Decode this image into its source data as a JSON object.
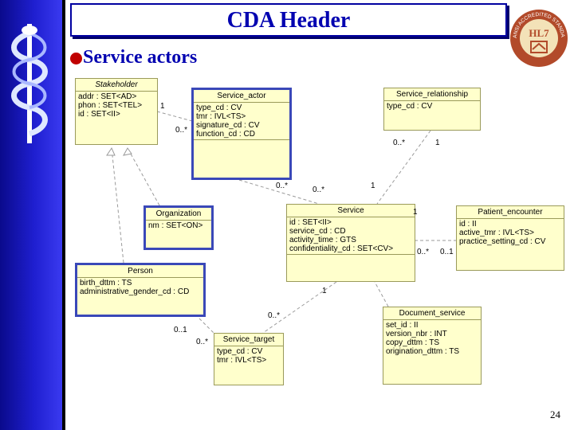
{
  "header": {
    "title": "CDA Header"
  },
  "bullet": {
    "text": "Service actors"
  },
  "page_number": "24",
  "logo": {
    "badge_text": "ANSI ACCREDITED STANDARDS DEVELOPER",
    "mark": "HL7"
  },
  "classes": {
    "stakeholder": {
      "name": "Stakeholder",
      "attrs": [
        "addr : SET<AD>",
        "phon : SET<TEL>",
        "id : SET<II>"
      ]
    },
    "service_actor": {
      "name": "Service_actor",
      "attrs": [
        "type_cd : CV",
        "tmr : IVL<TS>",
        "signature_cd : CV",
        "function_cd : CD"
      ]
    },
    "service_relationship": {
      "name": "Service_relationship",
      "attrs": [
        "type_cd : CV"
      ]
    },
    "organization": {
      "name": "Organization",
      "attrs": [
        "nm : SET<ON>"
      ]
    },
    "service": {
      "name": "Service",
      "attrs": [
        "id : SET<II>",
        "service_cd : CD",
        "activity_time : GTS",
        "confidentiality_cd : SET<CV>"
      ]
    },
    "patient_encounter": {
      "name": "Patient_encounter",
      "attrs": [
        "id : II",
        "active_tmr : IVL<TS>",
        "practice_setting_cd : CV"
      ]
    },
    "person": {
      "name": "Person",
      "attrs": [
        "birth_dttm : TS",
        "administrative_gender_cd : CD"
      ]
    },
    "document_service": {
      "name": "Document_service",
      "attrs": [
        "set_id : II",
        "version_nbr : INT",
        "copy_dttm : TS",
        "origination_dttm : TS"
      ]
    },
    "service_target": {
      "name": "Service_target",
      "attrs": [
        "type_cd : CV",
        "tmr : IVL<TS>"
      ]
    }
  },
  "multiplicities": {
    "m1": "1",
    "m2": "0..*",
    "m3": "0..*",
    "m4": "1",
    "m5": "1",
    "m6": "0..*",
    "m7": "0..*",
    "m8": "1",
    "m9": "0..*",
    "m10": "0..1",
    "m11": "1",
    "m12": "0..*",
    "m13": "0..1",
    "m14": "0..*"
  },
  "colors": {
    "class_fill": "#ffffcc",
    "selected_border": "#3a48b8",
    "title": "#0000b0",
    "bullet": "#c00000"
  }
}
